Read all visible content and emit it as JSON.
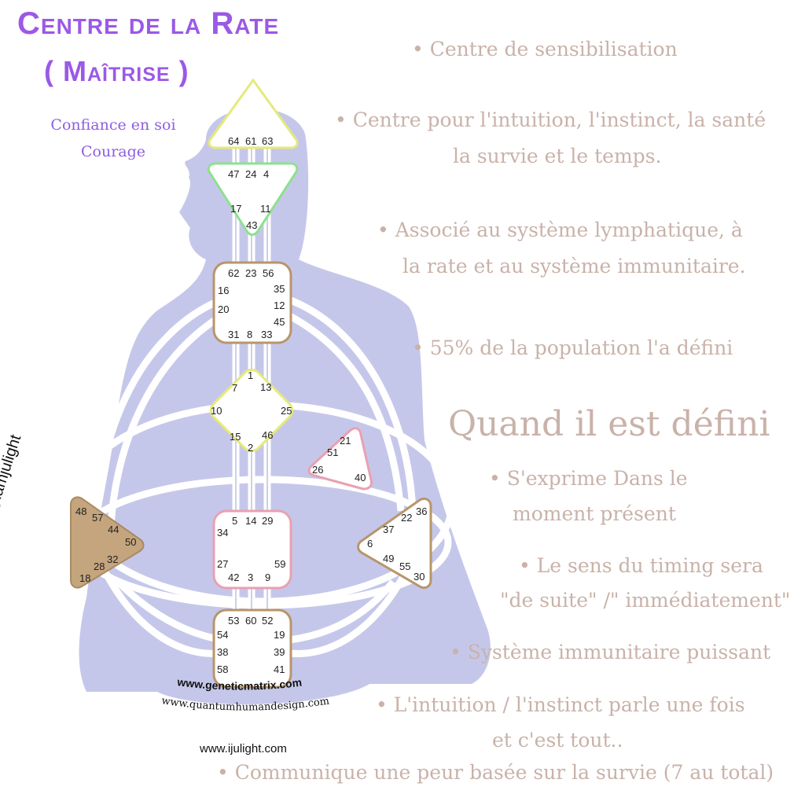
{
  "title": {
    "line1": "Centre de la Rate",
    "line2": "( Maîtrise )"
  },
  "subtitle": {
    "line1": "Confiance en soi",
    "line2": "Courage"
  },
  "bullets_top": [
    "• Centre de sensibilisation",
    "•  Centre pour l'intuition, l'instinct, la santé",
    "la survie et le temps.",
    "•  Associé au système lymphatique, à",
    "la rate et au système immunitaire.",
    "• 55% de la population l'a défini"
  ],
  "heading": "Quand il est défini",
  "bullets_bottom": [
    "•    S'exprime Dans le",
    "moment présent",
    "•    Le sens du timing sera",
    "\"de suite\" /\" immédiatement\"",
    "• Système immunitaire puissant",
    "•  L'intuition / l'instinct parle une fois",
    "et c'est tout..",
    "• Communique une peur basée sur la survie (7 au total)"
  ],
  "credits": {
    "handle": "@iamjulight",
    "genetic": "www.geneticmatrix.com",
    "quantum": "www.quantumhumandesign.com",
    "site": "www.ijulight.com"
  },
  "colors": {
    "title": "#9b59e6",
    "text": "#c9b2a9",
    "body": "#c5c7ea",
    "head_center": "#e5ea7a",
    "ajna_center": "#8fe08f",
    "tan_border": "#b8956a",
    "pink_border": "#eaa0b0",
    "spleen_fill": "#c4a57e"
  },
  "gates": {
    "head": [
      "64",
      "61",
      "63"
    ],
    "ajna": [
      "47",
      "24",
      "4",
      "17",
      "11",
      "43"
    ],
    "throat": [
      "62",
      "23",
      "56",
      "16",
      "35",
      "20",
      "12",
      "45",
      "31",
      "8",
      "33"
    ],
    "g": [
      "1",
      "7",
      "13",
      "10",
      "25",
      "15",
      "46",
      "2"
    ],
    "heart": [
      "21",
      "51",
      "26",
      "40"
    ],
    "sacral": [
      "5",
      "14",
      "29",
      "34",
      "27",
      "59",
      "42",
      "3",
      "9"
    ],
    "spleen": [
      "48",
      "57",
      "44",
      "50",
      "32",
      "28",
      "18"
    ],
    "solar": [
      "36",
      "22",
      "37",
      "6",
      "49",
      "55",
      "30"
    ],
    "root": [
      "53",
      "60",
      "52",
      "54",
      "19",
      "38",
      "39",
      "58",
      "41"
    ]
  }
}
